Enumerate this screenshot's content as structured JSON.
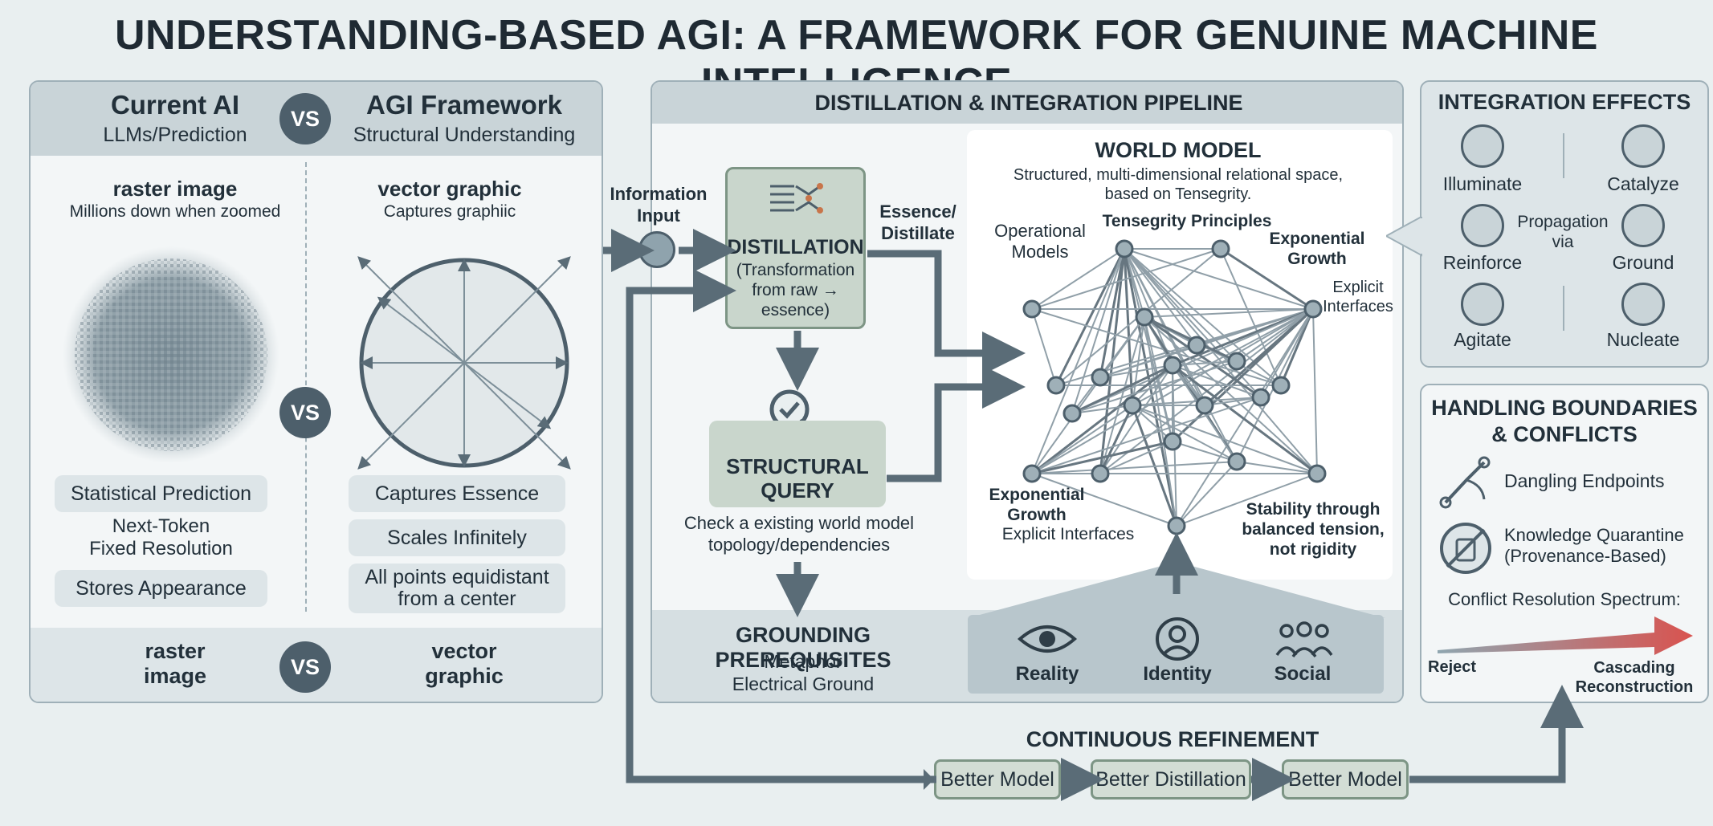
{
  "title": "UNDERSTANDING-BASED AGI: A FRAMEWORK FOR GENUINE MACHINE INTELLIGENCE",
  "comparison": {
    "left_title": "Current AI",
    "left_subtitle": "LLMs/Prediction",
    "vs": "VS",
    "right_title": "AGI Framework",
    "right_subtitle": "Structural Understanding",
    "raster_heading": "raster image",
    "raster_caption": "Millions down when zoomed",
    "vector_heading": "vector graphic",
    "vector_caption": "Captures graphiic",
    "left_items": [
      "Statistical Prediction",
      "Next-Token\nFixed Resolution",
      "Stores Appearance"
    ],
    "right_items": [
      "Captures Essence",
      "Scales Infinitely",
      "All points equidistant\nfrom a center"
    ],
    "footer_left": "raster\nimage",
    "footer_right": "vector\ngraphic"
  },
  "pipeline": {
    "header": "DISTILLATION & INTEGRATION PIPELINE",
    "information_input": "Information\nInput",
    "essence_label": "Essence/\nDistillate",
    "distillation_title": "DISTILLATION",
    "distillation_sub": "(Transformation\nfrom raw →\nessence)",
    "structural_query": "STRUCTURAL\nQUERY",
    "query_caption": "Check a existing world model\ntopology/dependencies",
    "world_model_title": "WORLD MODEL",
    "world_model_sub": "Structured, multi-dimensional relational space,\nbased on Tensegrity.",
    "labels": {
      "operational": "Operational\nModels",
      "tensegrity": "Tensegrity Principles",
      "exp_growth_top": "Exponential\nGrowth",
      "explicit_top": "Explicit\nInterfaces",
      "exp_growth_bottom": "Exponential\nGrowth",
      "explicit_bottom": "Explicit Interfaces",
      "stability": "Stability through\nbalanced tension,\nnot rigidity"
    },
    "grounding_title": "GROUNDING PREREQUISITES",
    "grounding_sub": "Metaphor\nElectrical Ground",
    "grounding_items": [
      "Reality",
      "Identity",
      "Social"
    ]
  },
  "integration": {
    "header": "INTEGRATION EFFECTS",
    "items": [
      "Illuminate",
      "Catalyze",
      "Reinforce",
      "Ground",
      "Agitate",
      "Nucleate"
    ],
    "propagation": "Propagation\nvia"
  },
  "boundaries": {
    "header": "HANDLING BOUNDARIES\n& CONFLICTS",
    "items": [
      "Dangling Endpoints",
      "Knowledge Quarantine\n(Provenance-Based)"
    ],
    "spectrum_label": "Conflict Resolution Spectrum:",
    "spectrum_left": "Reject",
    "spectrum_right": "Cascading\nReconstruction",
    "colors": {
      "spectrum_start": "#8fa6b0",
      "spectrum_end": "#d9534f"
    }
  },
  "refinement": {
    "title": "CONTINUOUS REFINEMENT",
    "steps": [
      "Better Model",
      "Better Distillation",
      "Better Model"
    ]
  }
}
